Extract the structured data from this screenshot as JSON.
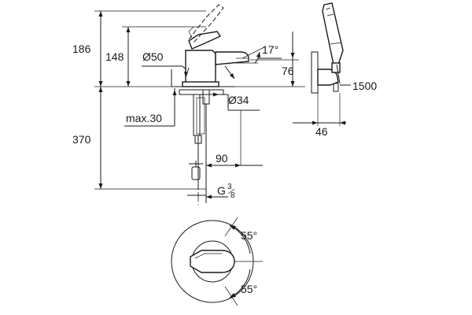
{
  "dimensions": {
    "height_above_deck": "186",
    "spout_height": "148",
    "body_diameter": "Ø50",
    "spout_angle": "17°",
    "spout_reach": "76",
    "deck_hole_diameter": "Ø34",
    "max_deck_thickness": "max.30",
    "height_below_deck": "370",
    "below_offset": "90",
    "thread_prefix": "G",
    "thread_numerator": "3",
    "thread_denominator": "8",
    "hose_length": "1500",
    "bracket_depth": "46",
    "lever_angle_upper": "55°",
    "lever_angle_lower": "55°"
  }
}
